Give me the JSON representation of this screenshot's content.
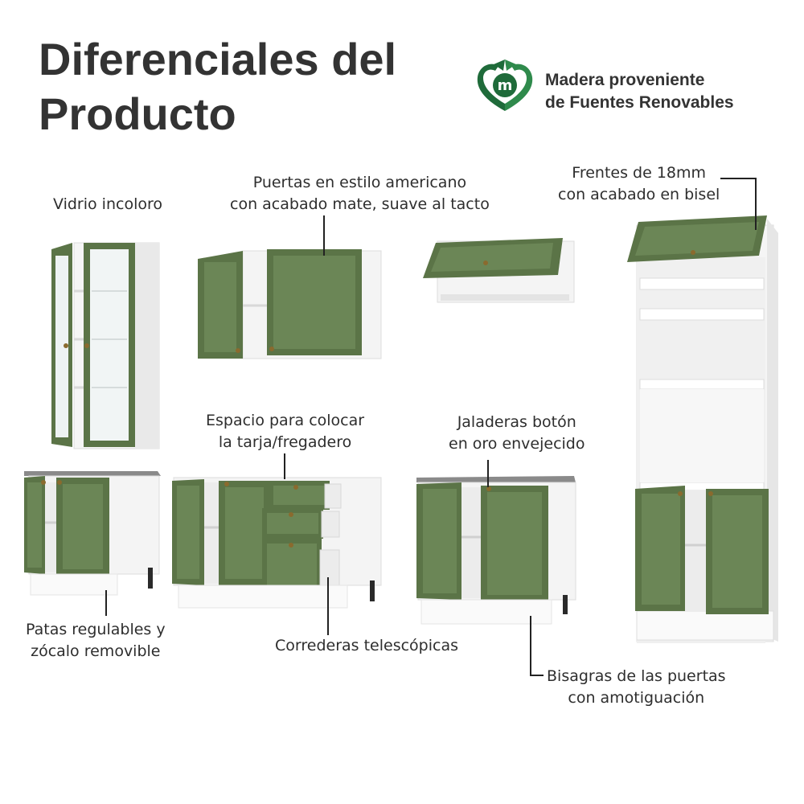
{
  "title": {
    "line1": "Diferenciales del",
    "line2": "Producto"
  },
  "badge": {
    "icon": "recycle-leaf-m-icon",
    "letter": "m",
    "line1": "Madera proveniente",
    "line2": "de Fuentes Renovables",
    "color": "#1f6b3a"
  },
  "labels": {
    "glass": "Vidrio incoloro",
    "doors": {
      "line1": "Puertas en estilo americano",
      "line2": "con acabado mate, suave al tacto"
    },
    "fronts": {
      "line1": "Frentes de 18mm",
      "line2": "con acabado en bisel"
    },
    "sink": {
      "line1": "Espacio para colocar",
      "line2": "la tarja/fregadero"
    },
    "handles": {
      "line1": "Jaladeras botón",
      "line2": "en oro envejecido"
    },
    "legs": {
      "line1": "Patas regulables y",
      "line2": "zócalo removible"
    },
    "slides": "Correderas telescópicas",
    "hinges": {
      "line1": "Bisagras de las puertas",
      "line2": "con amotiguación"
    }
  },
  "colors": {
    "door_green": "#5b7447",
    "door_panel": "#6b8656",
    "cabinet_white": "#f3f3f3",
    "countertop": "#8a8a8a",
    "handle_gold": "#8a6a2e",
    "leader_line": "#222222"
  }
}
